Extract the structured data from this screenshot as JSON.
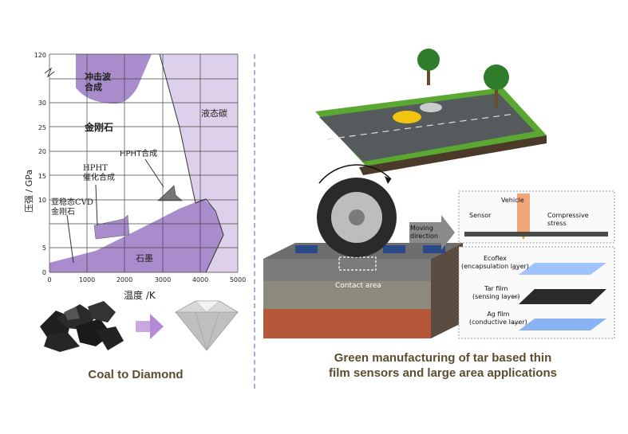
{
  "left_panel": {
    "phase_diagram": {
      "y_axis_label": "压强 / GPa",
      "x_axis_label": "温度 /K",
      "y_ticks": [
        "0",
        "5",
        "10",
        "15",
        "20",
        "25",
        "30",
        "120"
      ],
      "x_ticks": [
        "0",
        "1000",
        "2000",
        "3000",
        "4000",
        "5000"
      ],
      "regions": {
        "shock": "冲击波\n合成",
        "diamond": "金刚石",
        "liquid": "液态碳",
        "graphite": "石墨",
        "hpht": "HPHT合成",
        "hpht_cat": "HPHT\n催化合成",
        "cvd": "亚稳态CVD\n金刚石"
      },
      "colors": {
        "dark_purple": "#a98ccb",
        "light_purple": "#ddd0ea",
        "grid": "#333333"
      }
    },
    "caption": "Coal to Diamond"
  },
  "right_panel": {
    "labels": {
      "contact_area": "Contact area",
      "moving_direction": "Moving\ndirection",
      "vehicle": "Vehicle",
      "sensor": "Sensor",
      "compressive_stress": "Compressive\nstress",
      "ecoflex": "Ecoflex\n(encapsulation layer)",
      "tar_film": "Tar film\n(sensing layer)",
      "ag_film": "Ag film\n(conductive layer)"
    },
    "caption": "Green manufacturing of tar based thin\nfilm sensors and large area applications"
  }
}
